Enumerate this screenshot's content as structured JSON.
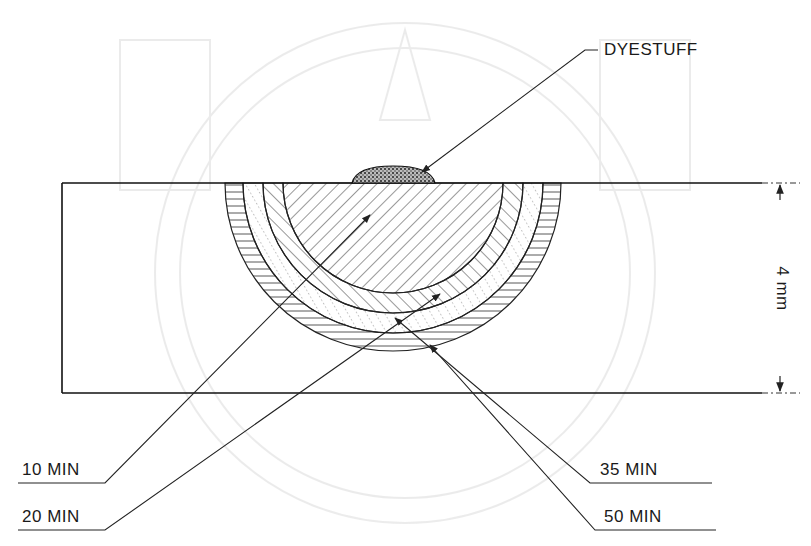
{
  "diagram": {
    "labels": [
      "DYESTUFF",
      "10 MIN",
      "20 MIN",
      "35 MIN",
      "50 MIN",
      "4 mm"
    ]
  }
}
